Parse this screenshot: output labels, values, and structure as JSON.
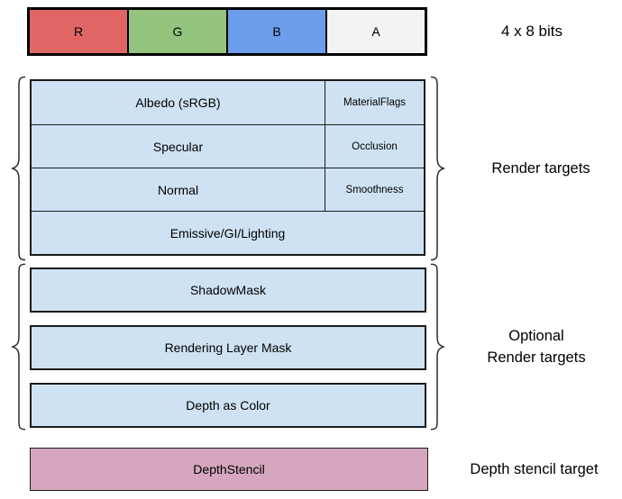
{
  "top_bar": {
    "caption": "4 x 8 bits",
    "cells": [
      {
        "label": "R",
        "color": "#e06666"
      },
      {
        "label": "G",
        "color": "#93c47d"
      },
      {
        "label": "B",
        "color": "#6d9eeb"
      },
      {
        "label": "A",
        "color": "#f3f3f3"
      }
    ]
  },
  "render_targets": {
    "label": "Render targets",
    "rows": [
      {
        "main": "Albedo (sRGB)",
        "alpha": "MaterialFlags"
      },
      {
        "main": "Specular",
        "alpha": "Occlusion"
      },
      {
        "main": "Normal",
        "alpha": "Smoothness"
      },
      {
        "main": "Emissive/GI/Lighting"
      }
    ]
  },
  "optional_render_targets": {
    "label_line1": "Optional",
    "label_line2": "Render targets",
    "rows": [
      "ShadowMask",
      "Rendering Layer Mask",
      "Depth as Color"
    ]
  },
  "depth_stencil": {
    "box_label": "DepthStencil",
    "side_label": "Depth stencil target",
    "color": "#d5a6bd"
  },
  "colors": {
    "buffer_fill": "#cfe2f3",
    "border": "#1c1c1c",
    "red_channel": "#e06666",
    "green_channel": "#93c47d",
    "blue_channel": "#6d9eeb",
    "alpha_channel": "#f3f3f3",
    "depth_stencil_fill": "#d5a6bd"
  }
}
